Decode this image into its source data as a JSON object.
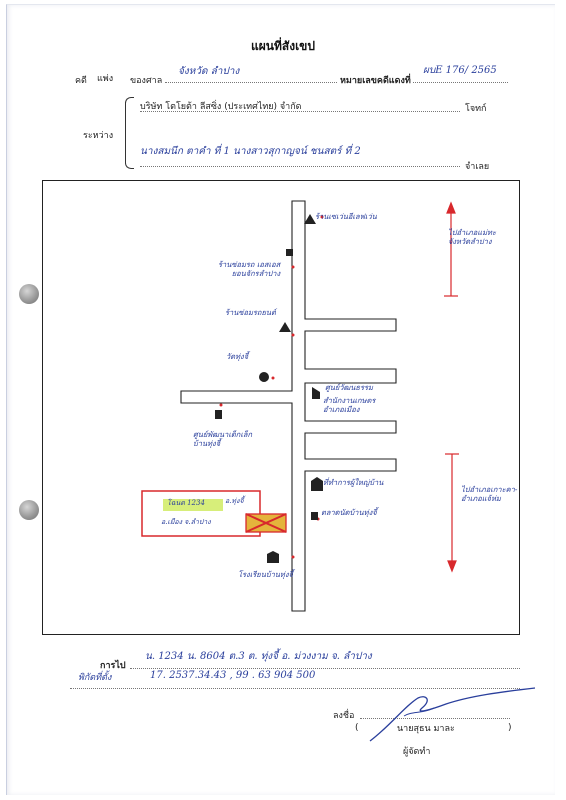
{
  "header": {
    "title": "แผนที่สังเขป",
    "case_label": "คดี",
    "case_type": "แพ่ง",
    "court_label": "ของศาล",
    "court_value": "จังหวัด ลำปาง",
    "red_case_label": "หมายเลขคดีแดงที่",
    "red_case_value": "ผบE 176/ 2565"
  },
  "parties": {
    "between_label": "ระหว่าง",
    "plaintiff": "บริษัท โตโยต้า ลีสซิ่ง (ประเทศไทย) จำกัด",
    "plaintiff_role": "โจทก์",
    "defendant": "นางสมนึก ตาคำ ที่ 1  นางสาวสุกาญจน์ ชนสตร์ ที่ 2",
    "defendant_role": "จำเลย"
  },
  "map": {
    "labels": {
      "shop_top": "ร้านเซเว่นอีเลฟเว่น",
      "shop_repair": "ร้านซ่อมรถ เอสเอส\nยอนจักรลำปาง",
      "shop_cars": "ร้านซ่อมรถยนต์",
      "temple": "วัดทุ่งจี้",
      "farm": "ศูนย์วัฒนธรรม",
      "office": "สำนักงานเกษตร\nอำเภอเมือง",
      "school": "ศูนย์พัฒนาเด็กเล็ก\nบ้านทุ่งจี้",
      "village": "ที่ทำการผู้ใหญ่บ้าน",
      "market": "ตลาดนัดบ้านทุ่งจี้",
      "school_bottom": "โรงเรียนบ้านทุ่งจี้",
      "dir_up": "ไปอำเภอแม่ทะ\nจังหวัดลำปาง",
      "dir_down": "ไปอำเภอเกาะคา-\nอำเภอแจ้ห่ม",
      "highlight_line1": "โฉนด 1234",
      "highlight_line2": "อ.ทุ่งจี้",
      "highlight_line3": "อ.เมือง จ.ลำปาง"
    }
  },
  "footer": {
    "summary_label": "การไป",
    "summary_value": "น. 1234   น. 8604   ต.3   ต. ทุ่งจี้   อ. ม่วงงาม   จ. ลำปาง",
    "coords_label": "พิกัดที่ตั้ง",
    "coords_value": "17. 2537.34.43  , 99 . 63 904 500",
    "sign_label": "ลงชื่อ",
    "signer": "นายสุธน มาละ",
    "signer_role": "ผู้จัดทำ"
  },
  "colors": {
    "ink": "#2a3f9c",
    "red": "#d8282c",
    "highlight": "#d7ee7a",
    "cross": "#e4b43c"
  }
}
